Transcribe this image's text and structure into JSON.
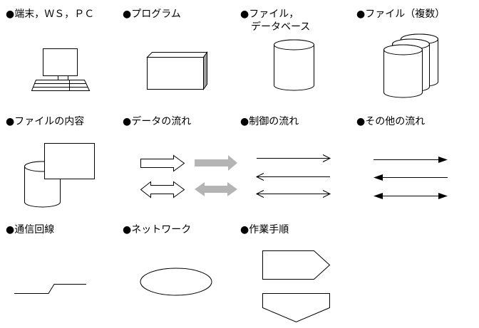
{
  "items": [
    {
      "label": "●端末，ＷＳ，ＰＣ"
    },
    {
      "label": "●プログラム"
    },
    {
      "label": "●ファイル，",
      "label_line2": "データベース"
    },
    {
      "label": "●ファイル（複数）"
    },
    {
      "label": "●ファイルの内容"
    },
    {
      "label": "●データの流れ"
    },
    {
      "label": "●制御の流れ"
    },
    {
      "label": "●その他の流れ"
    },
    {
      "label": "●通信回線"
    },
    {
      "label": "●ネットワーク"
    },
    {
      "label": "●作業手順"
    }
  ],
  "colors": {
    "line": "#000000",
    "background": "#ffffff",
    "data_flow_fill": "#b4b4b4",
    "box_side": "#a0a0a0"
  }
}
